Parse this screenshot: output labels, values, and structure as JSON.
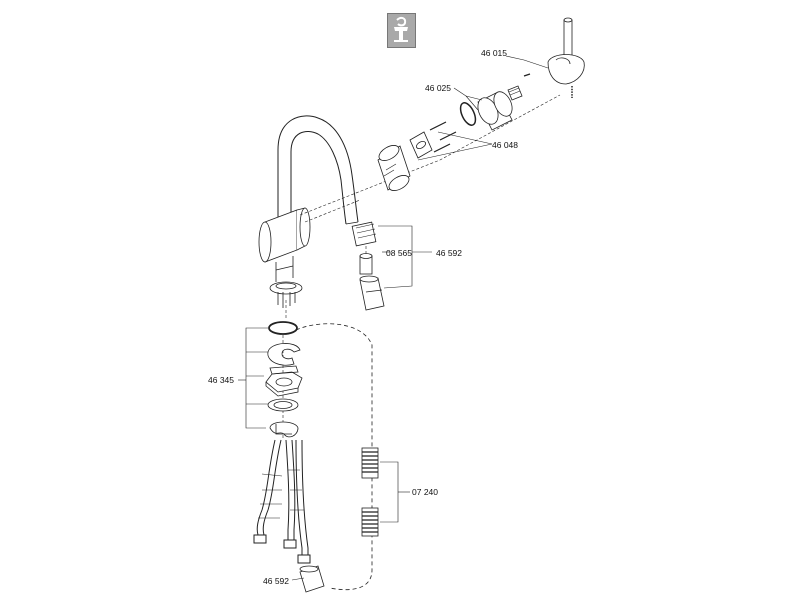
{
  "diagram": {
    "icon": "faucet-view-icon",
    "part_labels": {
      "p46015": "46 015",
      "p46025": "46 025",
      "p46048": "46 048",
      "p08565": "08 565",
      "p46592_top": "46 592",
      "p46345": "46 345",
      "p07240": "07 240",
      "p46592_bottom": "46 592"
    }
  }
}
